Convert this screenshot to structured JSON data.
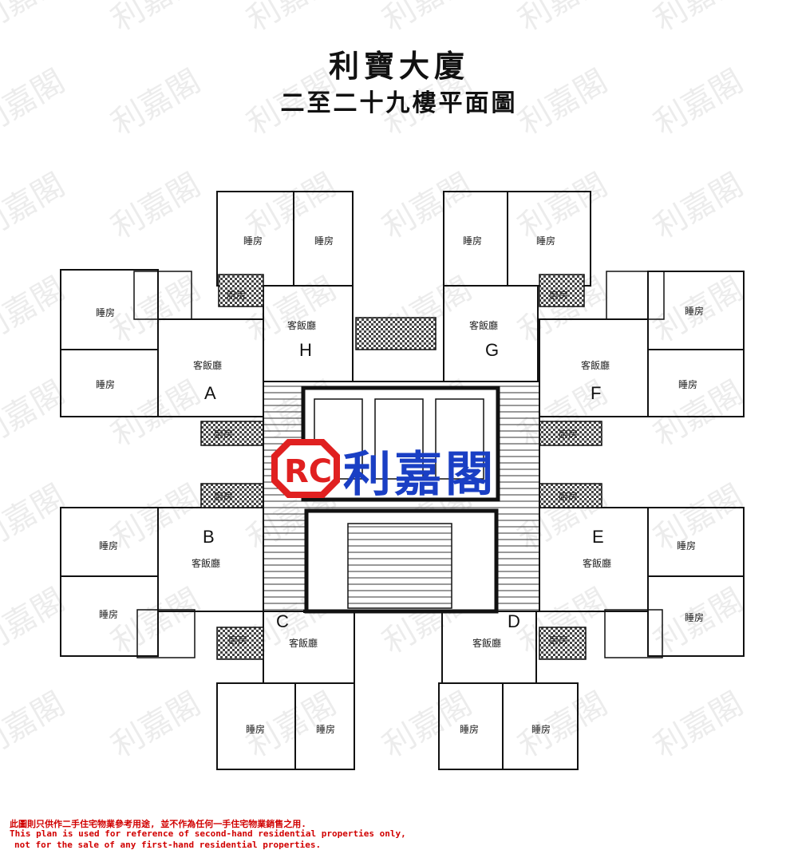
{
  "title": "利寶大廈",
  "subtitle": "二至二十九樓平面圖",
  "watermark": {
    "brand": "利嘉閣",
    "mark": "RC"
  },
  "rooms": {
    "bedroom": "睡房",
    "living_dining": "客飯廳",
    "kitchen": "廚房"
  },
  "units": {
    "A": "A",
    "B": "B",
    "C": "C",
    "D": "D",
    "E": "E",
    "F": "F",
    "G": "G",
    "H": "H"
  },
  "disclaimer": {
    "zh": "此圖則只供作二手住宅物業參考用途, 並不作為任何一手住宅物業銷售之用.",
    "en1": "This plan is used for reference of second-hand residential properties only,",
    "en2": "not for the sale of any first-hand residential properties."
  },
  "colors": {
    "brand_red": "#e02020",
    "brand_blue": "#1a3fc4",
    "disclaimer_red": "#d10000"
  }
}
